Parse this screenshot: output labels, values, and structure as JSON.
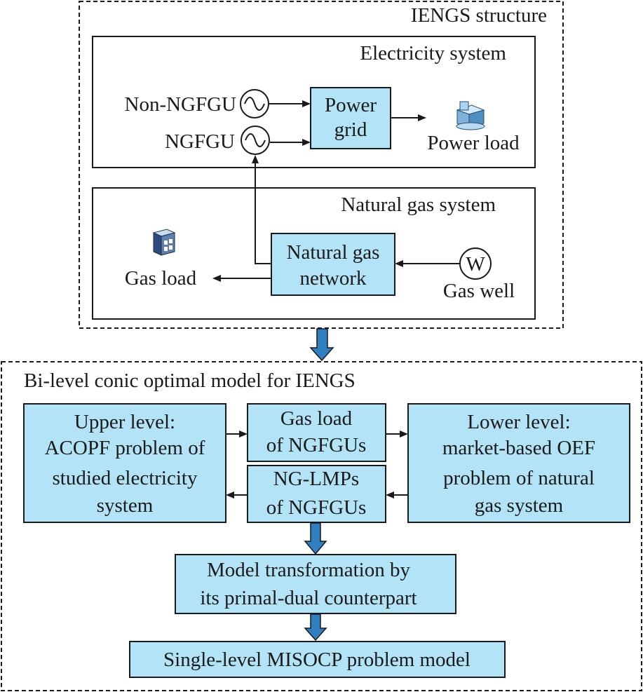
{
  "top_section": {
    "title": "IENGS structure",
    "electricity": {
      "title": "Electricity system",
      "non_ngfgu": "Non-NGFGU",
      "ngfgu": "NGFGU",
      "power_grid": [
        "Power",
        "grid"
      ],
      "power_load": "Power load"
    },
    "gas": {
      "title": "Natural gas system",
      "network": [
        "Natural gas",
        "network"
      ],
      "gas_load": "Gas load",
      "gas_well": "Gas well",
      "well_symbol": "W"
    }
  },
  "bottom_section": {
    "title": "Bi-level conic optimal model for IENGS",
    "upper_level": [
      "Upper level:",
      "ACOPF problem of",
      "studied electricity",
      "system"
    ],
    "gas_load_ngfgu": [
      "Gas load",
      "of NGFGUs"
    ],
    "ng_lmps": [
      "NG-LMPs",
      "of NGFGUs"
    ],
    "lower_level": [
      "Lower level:",
      "market-based OEF",
      "problem of natural",
      "gas system"
    ],
    "transformation": [
      "Model transformation by",
      "its primal-dual counterpart"
    ],
    "single_level": "Single-level MISOCP problem model"
  },
  "colors": {
    "box_fill": "#b3e3f7",
    "big_arrow": "#2f7fc1",
    "line": "#1a1a1a"
  },
  "icons": {
    "generator": "ac-generator-icon",
    "power_load": "building-icon",
    "gas_load": "gas-load-building-icon",
    "gas_well": "gas-well-icon"
  }
}
